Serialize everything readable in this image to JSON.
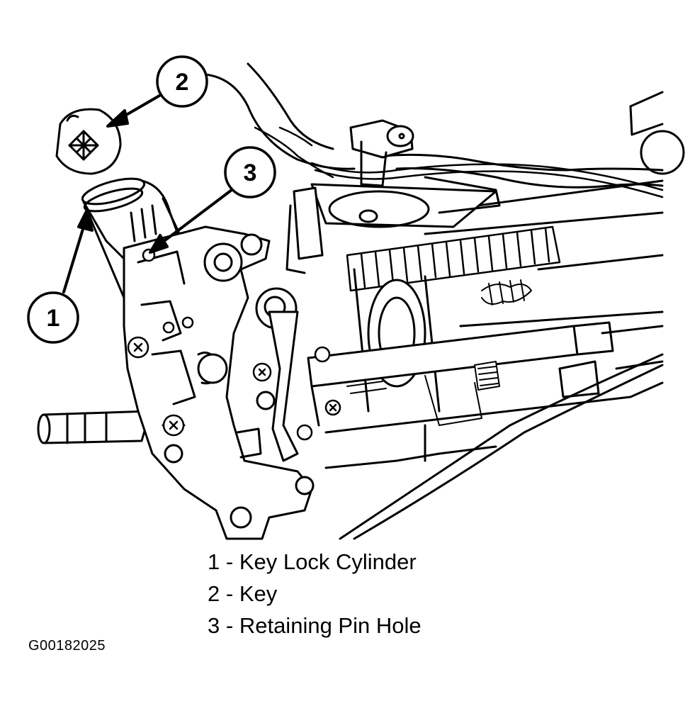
{
  "callouts": [
    {
      "number": "1"
    },
    {
      "number": "2"
    },
    {
      "number": "3"
    }
  ],
  "legend": [
    {
      "number": "1",
      "separator": "-",
      "text": "Key Lock Cylinder"
    },
    {
      "number": "2",
      "separator": "-",
      "text": "Key"
    },
    {
      "number": "3",
      "separator": "-",
      "text": "Retaining Pin Hole"
    }
  ],
  "figure_id": "G00182025",
  "colors": {
    "ink": "#000000",
    "paper": "#ffffff"
  }
}
